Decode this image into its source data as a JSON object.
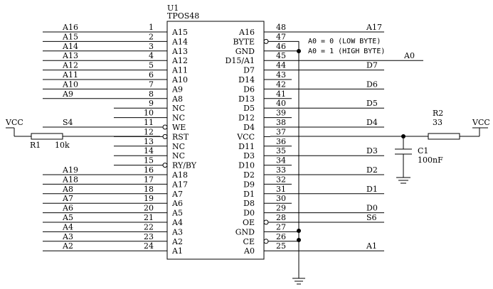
{
  "chip": {
    "ref": "U1",
    "part": "TPOS48",
    "left_pins": [
      {
        "num": "1",
        "name": "A15",
        "net": "A16"
      },
      {
        "num": "2",
        "name": "A14",
        "net": "A15"
      },
      {
        "num": "3",
        "name": "A13",
        "net": "A14"
      },
      {
        "num": "4",
        "name": "A12",
        "net": "A13"
      },
      {
        "num": "5",
        "name": "A11",
        "net": "A12"
      },
      {
        "num": "6",
        "name": "A10",
        "net": "A11"
      },
      {
        "num": "7",
        "name": "A9",
        "net": "A10"
      },
      {
        "num": "8",
        "name": "A8",
        "net": "A9"
      },
      {
        "num": "9",
        "name": "NC",
        "net": ""
      },
      {
        "num": "10",
        "name": "NC",
        "net": ""
      },
      {
        "num": "11",
        "name": "WE",
        "net": "S4",
        "inverted": true
      },
      {
        "num": "12",
        "name": "RST",
        "net": "",
        "inverted": true
      },
      {
        "num": "13",
        "name": "NC",
        "net": ""
      },
      {
        "num": "14",
        "name": "NC",
        "net": ""
      },
      {
        "num": "15",
        "name": "RY/BY",
        "net": "",
        "inverted": true
      },
      {
        "num": "16",
        "name": "A18",
        "net": "A19"
      },
      {
        "num": "17",
        "name": "A17",
        "net": "A18"
      },
      {
        "num": "18",
        "name": "A7",
        "net": "A8"
      },
      {
        "num": "19",
        "name": "A6",
        "net": "A7"
      },
      {
        "num": "20",
        "name": "A5",
        "net": "A6"
      },
      {
        "num": "21",
        "name": "A4",
        "net": "A5"
      },
      {
        "num": "22",
        "name": "A3",
        "net": "A4"
      },
      {
        "num": "23",
        "name": "A2",
        "net": "A3"
      },
      {
        "num": "24",
        "name": "A1",
        "net": "A2"
      }
    ],
    "right_pins": [
      {
        "num": "48",
        "name": "A16",
        "net": "A17"
      },
      {
        "num": "47",
        "name": "BYTE",
        "net": "",
        "inverted": true
      },
      {
        "num": "46",
        "name": "GND",
        "net": ""
      },
      {
        "num": "45",
        "name": "D15/A1",
        "net": "A0"
      },
      {
        "num": "44",
        "name": "D7",
        "net": "D7"
      },
      {
        "num": "43",
        "name": "D14",
        "net": ""
      },
      {
        "num": "42",
        "name": "D6",
        "net": "D6"
      },
      {
        "num": "41",
        "name": "D13",
        "net": ""
      },
      {
        "num": "40",
        "name": "D5",
        "net": "D5"
      },
      {
        "num": "39",
        "name": "D12",
        "net": ""
      },
      {
        "num": "38",
        "name": "D4",
        "net": "D4"
      },
      {
        "num": "37",
        "name": "VCC",
        "net": ""
      },
      {
        "num": "36",
        "name": "D11",
        "net": ""
      },
      {
        "num": "35",
        "name": "D3",
        "net": "D3"
      },
      {
        "num": "34",
        "name": "D10",
        "net": ""
      },
      {
        "num": "33",
        "name": "D2",
        "net": "D2"
      },
      {
        "num": "32",
        "name": "D9",
        "net": ""
      },
      {
        "num": "31",
        "name": "D1",
        "net": "D1"
      },
      {
        "num": "30",
        "name": "D8",
        "net": ""
      },
      {
        "num": "29",
        "name": "D0",
        "net": "D0"
      },
      {
        "num": "28",
        "name": "OE",
        "net": "S6",
        "inverted": true
      },
      {
        "num": "27",
        "name": "GND",
        "net": ""
      },
      {
        "num": "26",
        "name": "CE",
        "net": "",
        "inverted": true
      },
      {
        "num": "25",
        "name": "A0",
        "net": "A1"
      }
    ]
  },
  "notes": {
    "byte_low": "A0 = 0 (LOW BYTE)",
    "byte_high": "A0 = 1 (HIGH BYTE)"
  },
  "r1": {
    "ref": "R1",
    "value": "10k",
    "supply": "VCC"
  },
  "r2": {
    "ref": "R2",
    "value": "33",
    "supply": "VCC"
  },
  "c1": {
    "ref": "C1",
    "value": "100nF"
  }
}
